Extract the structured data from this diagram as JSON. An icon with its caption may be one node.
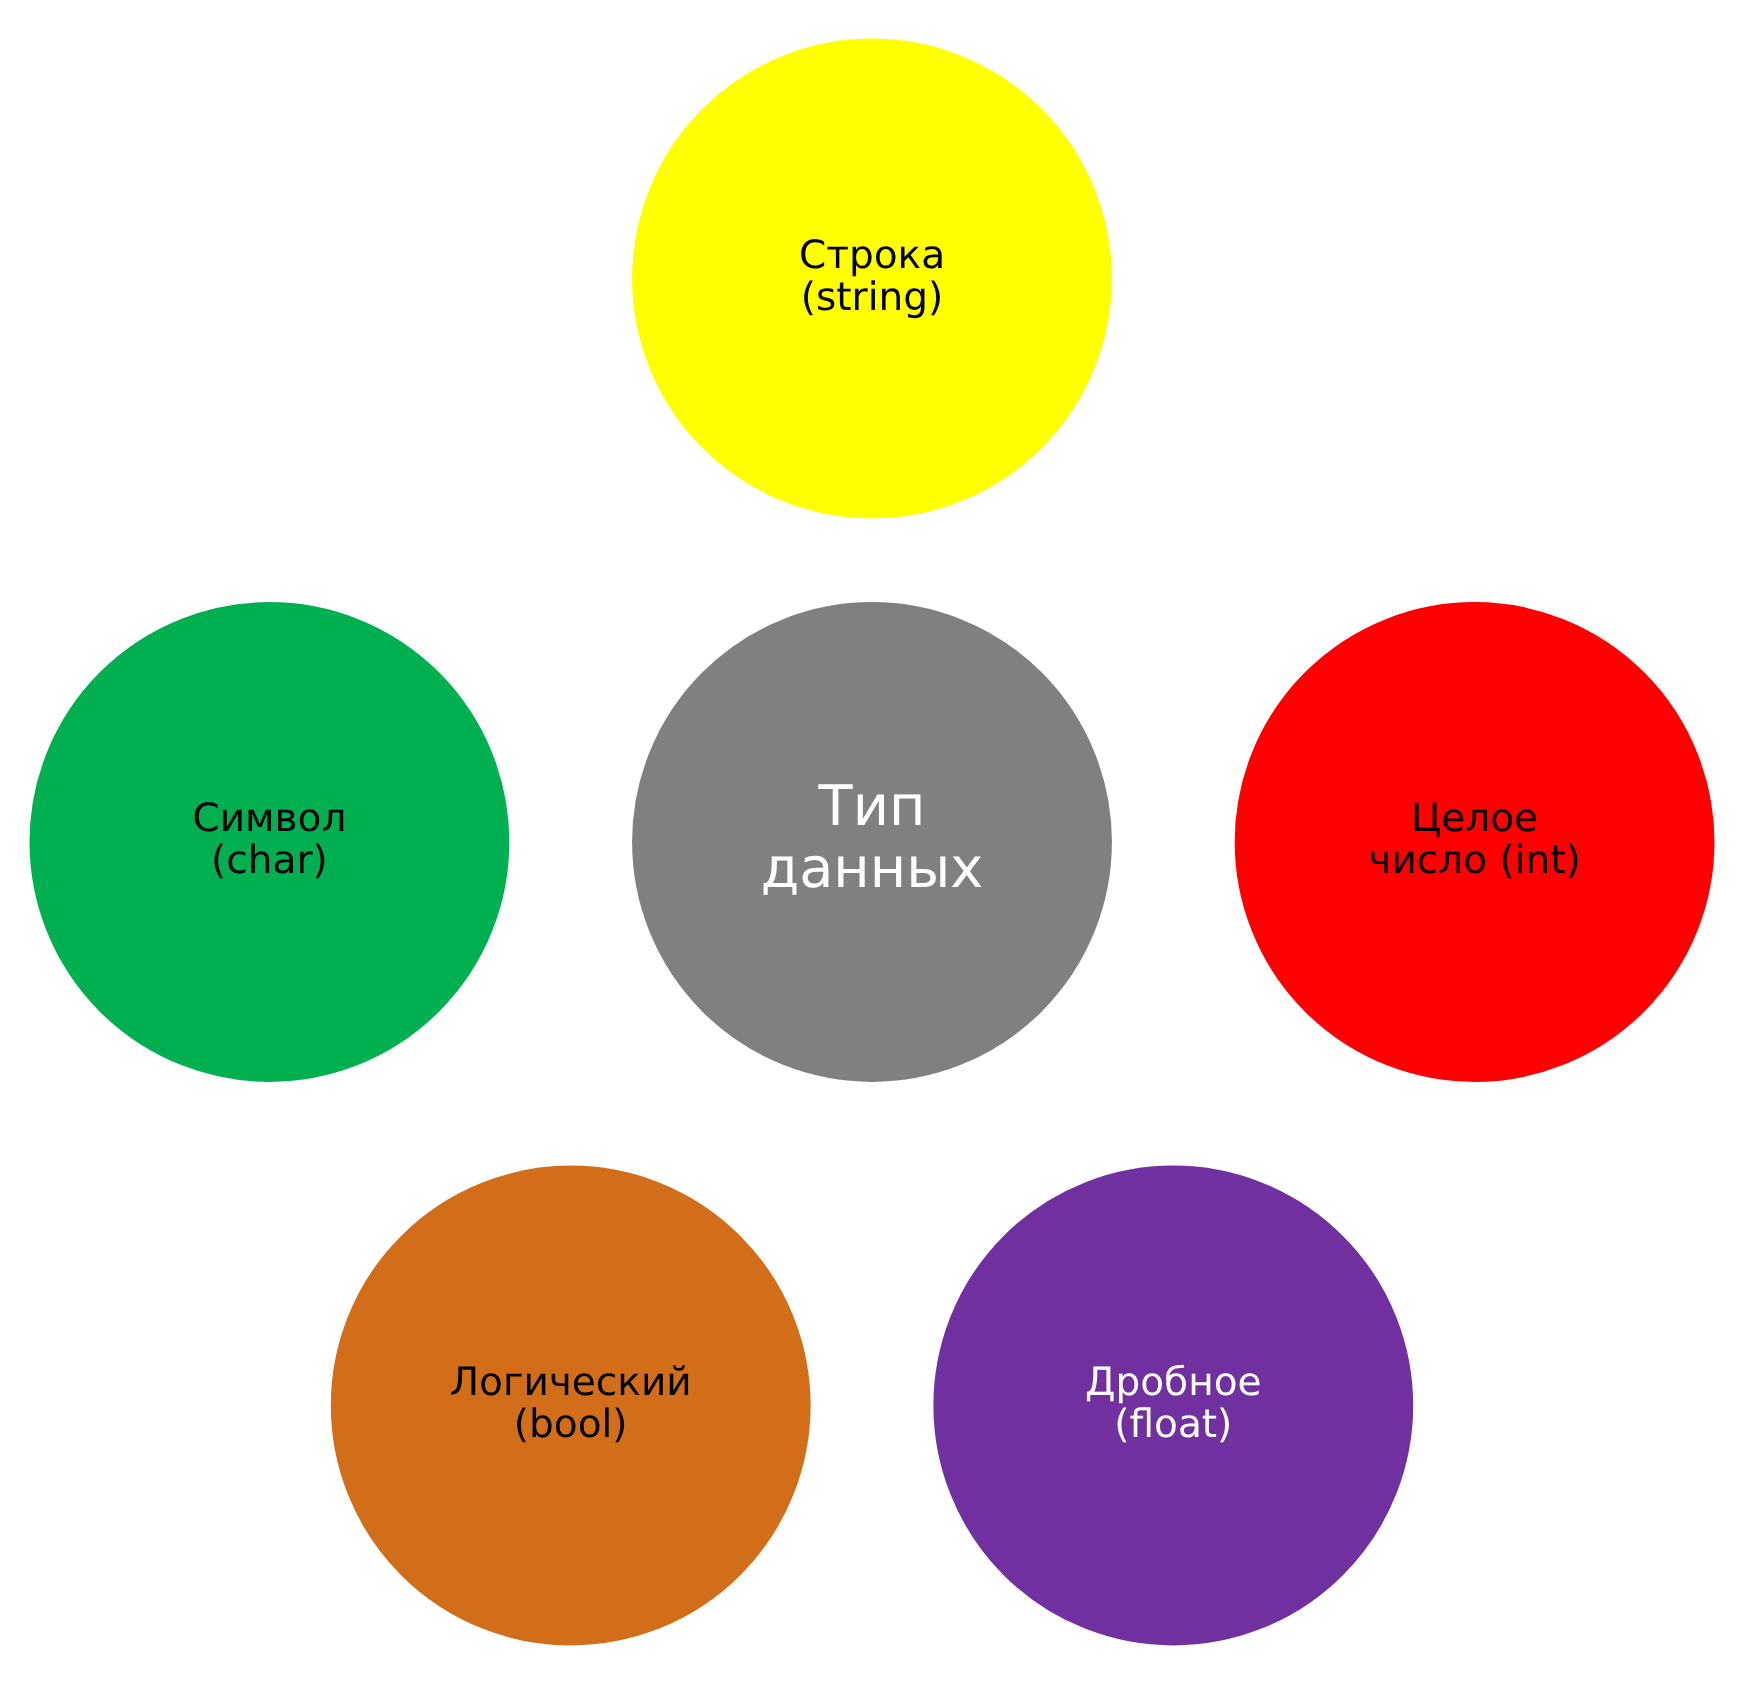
{
  "diagram": {
    "nodes": [
      {
        "text": [
          "Строка (string)"
        ]
      },
      {
        "text": [
          "Символ (char)"
        ]
      },
      {
        "text": [
          "Тип данных"
        ]
      },
      {
        "text": [
          "Целое число (int)"
        ]
      },
      {
        "text": [
          "Логический (bool)"
        ]
      },
      {
        "text": [
          "Дробное (float)"
        ]
      }
    ],
    "edges": []
  }
}
